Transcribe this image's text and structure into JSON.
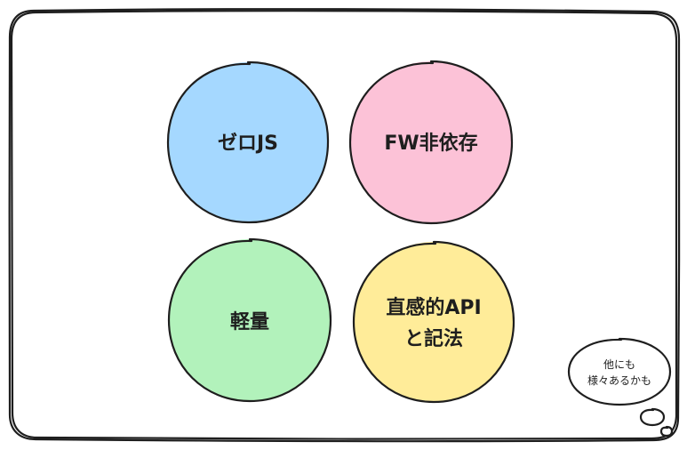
{
  "features": [
    {
      "id": "zero-js",
      "lines": [
        "ゼロJS"
      ],
      "color": "#a5d8ff"
    },
    {
      "id": "fw-independent",
      "lines": [
        "FW非依存"
      ],
      "color": "#fcc2d7"
    },
    {
      "id": "lightweight",
      "lines": [
        "軽量"
      ],
      "color": "#b2f2bb"
    },
    {
      "id": "intuitive-api",
      "lines": [
        "直感的API",
        "と記法"
      ],
      "color": "#ffec99"
    }
  ],
  "thought_bubble": {
    "lines": [
      "他にも",
      "様々あるかも"
    ]
  }
}
